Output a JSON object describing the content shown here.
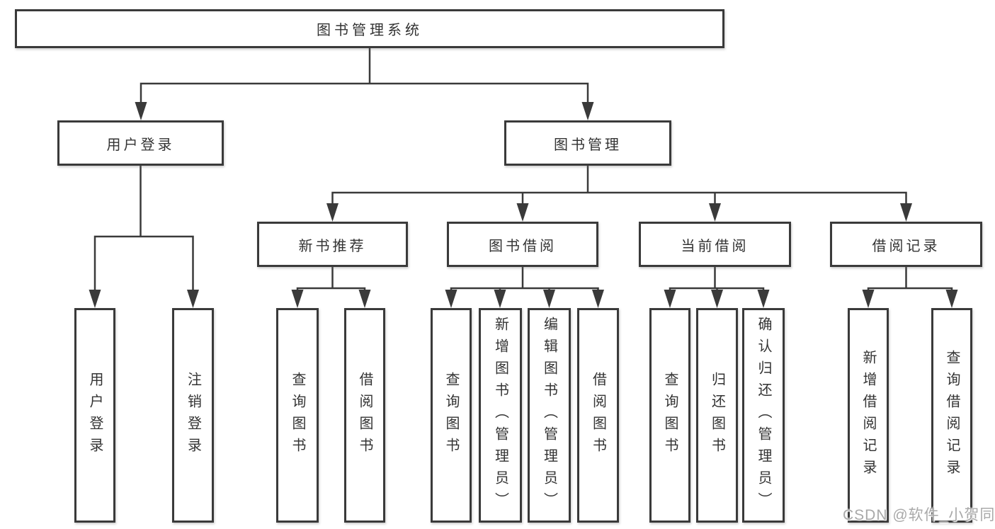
{
  "diagram": {
    "watermark": "CSDN @软件_小贺同学",
    "colors": {
      "line": "#3a3a3a",
      "text": "#333333",
      "box_background": "#ffffff",
      "watermark": "#a9a9a9"
    },
    "tree": {
      "root": {
        "label": "图书管理系统",
        "children": [
          {
            "label": "用户登录",
            "children": [
              {
                "label": "用户登录"
              },
              {
                "label": "注销登录"
              }
            ]
          },
          {
            "label": "图书管理",
            "children": [
              {
                "label": "新书推荐",
                "children": [
                  {
                    "label": "查询图书"
                  },
                  {
                    "label": "借阅图书"
                  }
                ]
              },
              {
                "label": "图书借阅",
                "children": [
                  {
                    "label": "查询图书"
                  },
                  {
                    "label": "新增图书（管理员）"
                  },
                  {
                    "label": "编辑图书（管理员）"
                  },
                  {
                    "label": "借阅图书"
                  }
                ]
              },
              {
                "label": "当前借阅",
                "children": [
                  {
                    "label": "查询图书"
                  },
                  {
                    "label": "归还图书"
                  },
                  {
                    "label": "确认归还（管理员）"
                  }
                ]
              },
              {
                "label": "借阅记录",
                "children": [
                  {
                    "label": "新增借阅记录"
                  },
                  {
                    "label": "查询借阅记录"
                  }
                ]
              }
            ]
          }
        ]
      }
    }
  }
}
